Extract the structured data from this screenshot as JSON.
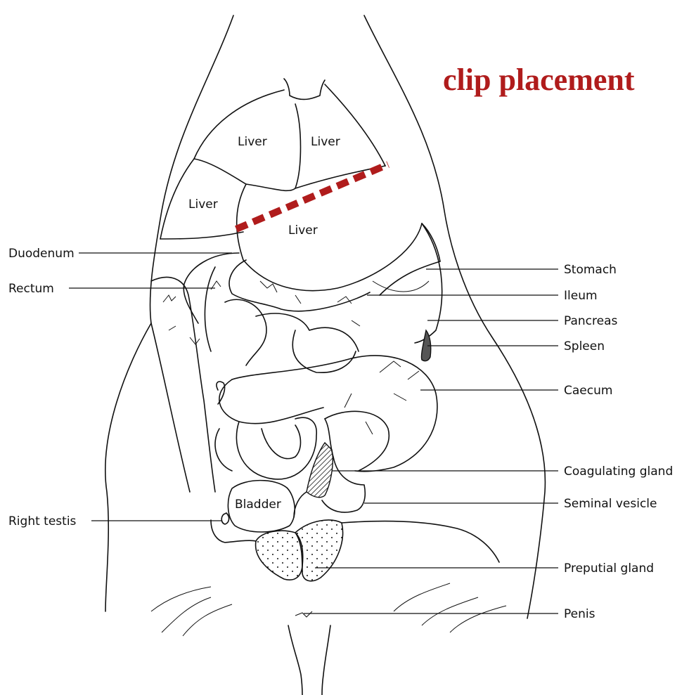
{
  "title": "clip placement",
  "colors": {
    "accent": "#b01c1c",
    "ink": "#111111"
  },
  "organs": {
    "liver_upper_left": "Liver",
    "liver_upper_right": "Liver",
    "liver_left": "Liver",
    "liver_center": "Liver",
    "bladder": "Bladder"
  },
  "labels_left": {
    "duodenum": "Duodenum",
    "rectum": "Rectum",
    "right_testis": "Right testis"
  },
  "labels_right": {
    "stomach": "Stomach",
    "ileum": "Ileum",
    "pancreas": "Pancreas",
    "spleen": "Spleen",
    "caecum": "Caecum",
    "coagulating_gland": "Coagulating gland",
    "seminal_vesicle": "Seminal vesicle",
    "preputial_gland": "Preputial gland",
    "penis": "Penis"
  }
}
